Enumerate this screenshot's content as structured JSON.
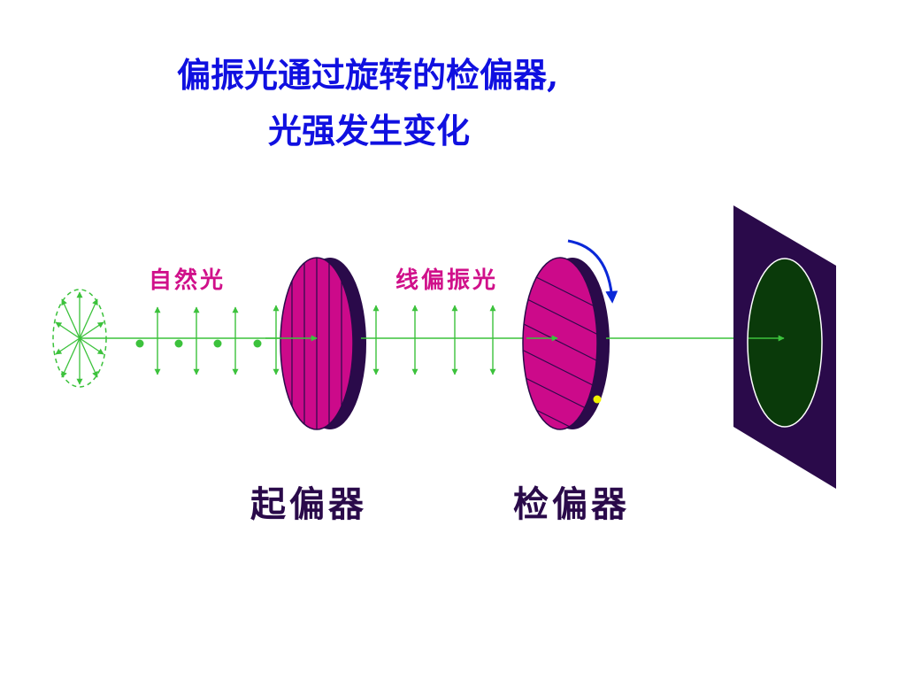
{
  "title": {
    "line1": "偏振光通过旋转的检偏器,",
    "line2": "光强发生变化"
  },
  "labels": {
    "natural_light": "自然光",
    "linear_polarized_light": "线偏振光",
    "polarizer": "起偏器",
    "analyzer": "检偏器"
  },
  "colors": {
    "title": "#1010e0",
    "light_label": "#d0108a",
    "device_label": "#2a0a4a",
    "filter_face": "#cc0a8a",
    "filter_rim": "#2a0a4a",
    "screen": "#2a0a4a",
    "spot": "#0a3a0a",
    "light_ray": "#3cc23c",
    "rotation_arrow": "#0a28d8",
    "marker_dot": "#f0f000"
  },
  "icons": {
    "rotation": "curved-arrow-icon"
  }
}
